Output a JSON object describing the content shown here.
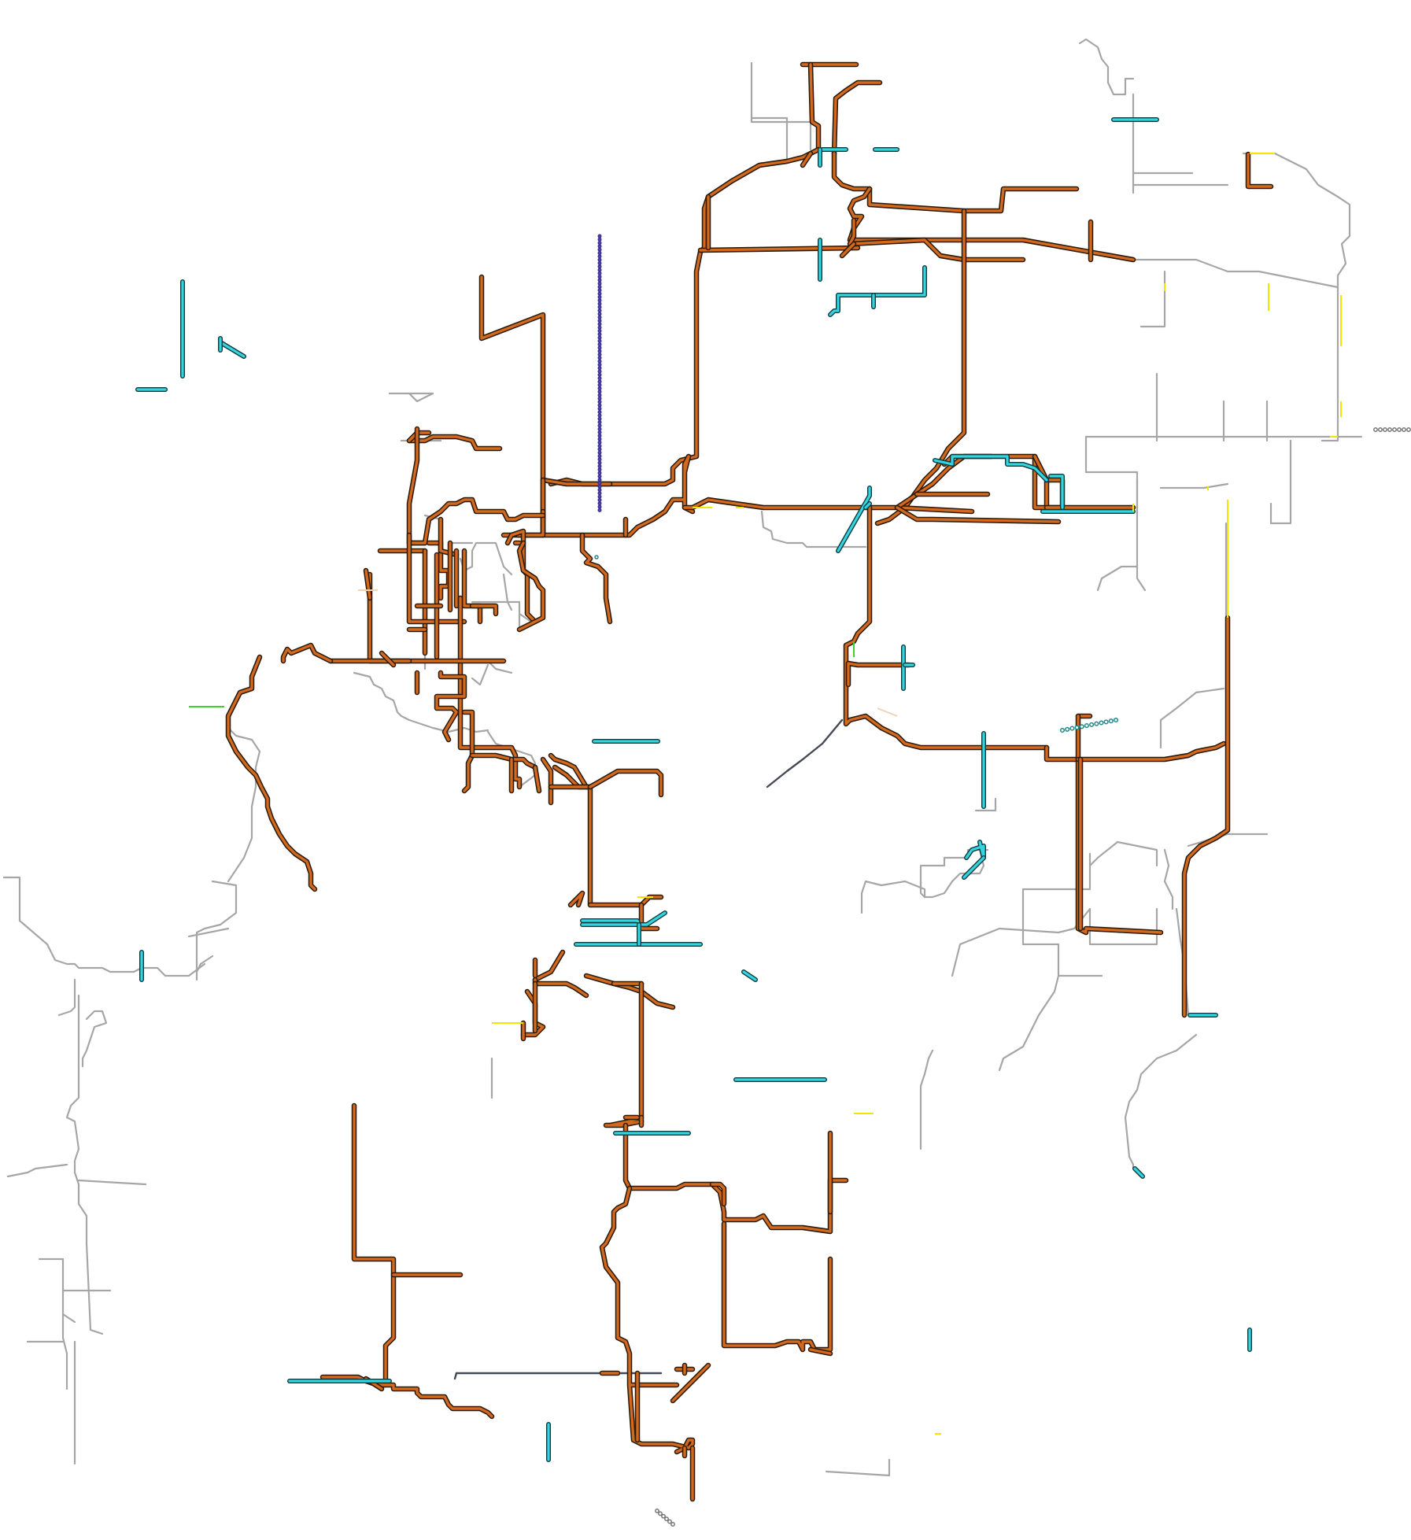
{
  "map": {
    "style": {
      "background": "#ffffff",
      "minor_road_color": "#a6a6a6",
      "major_road_fill": "#d2691e",
      "major_road_casing": "#2a1a0a",
      "highlight_fill": "#33d6e0",
      "highlight_casing": "#0d3a3f",
      "dark_road_color": "#444a55",
      "yellow_road_color": "#f2e600",
      "green_road_color": "#44cc33",
      "beige_road_color": "#f0d2b4",
      "dotted_line_color": "#3a2f8f",
      "marker_dot_color": "#1f8a8a",
      "gray_marker_color": "#777777"
    },
    "layers": [
      {
        "name": "minor-roads",
        "kind": "minor"
      },
      {
        "name": "major-roads",
        "kind": "major"
      },
      {
        "name": "highlighted-segments",
        "kind": "cyan"
      },
      {
        "name": "dark-segments",
        "kind": "dark"
      },
      {
        "name": "yellow-segments",
        "kind": "yellow"
      },
      {
        "name": "green-segments",
        "kind": "green"
      },
      {
        "name": "beige-segments",
        "kind": "beige"
      },
      {
        "name": "dotted-lines",
        "kind": "dotted"
      },
      {
        "name": "point-markers",
        "kind": "markers"
      }
    ]
  }
}
